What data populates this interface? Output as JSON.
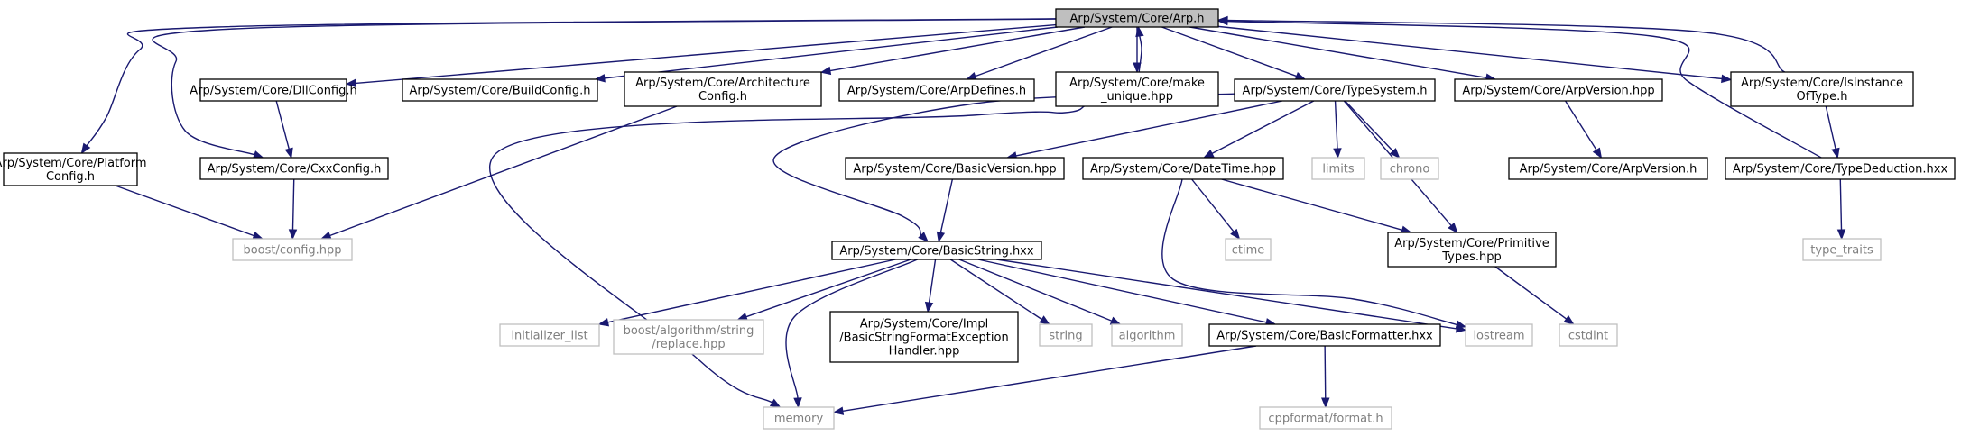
{
  "colors": {
    "edge": "#191970",
    "root_fill": "#bfbfbf",
    "node_border": "#000000",
    "external_border": "#bfbfbf",
    "external_text": "#7f7f7f",
    "text": "#000000"
  },
  "nodes": [
    {
      "id": "arp",
      "kind": "root",
      "lines": [
        "Arp/System/Core/Arp.h"
      ]
    },
    {
      "id": "platformconfig",
      "kind": "header",
      "lines": [
        "Arp/System/Core/Platform",
        "Config.h"
      ]
    },
    {
      "id": "dllconfig",
      "kind": "header",
      "lines": [
        "Arp/System/Core/DllConfig.h"
      ]
    },
    {
      "id": "buildconfig",
      "kind": "header",
      "lines": [
        "Arp/System/Core/BuildConfig.h"
      ]
    },
    {
      "id": "archconfig",
      "kind": "header",
      "lines": [
        "Arp/System/Core/Architecture",
        "Config.h"
      ]
    },
    {
      "id": "arpdefines",
      "kind": "header",
      "lines": [
        "Arp/System/Core/ArpDefines.h"
      ]
    },
    {
      "id": "makeunique",
      "kind": "header",
      "lines": [
        "Arp/System/Core/make",
        "_unique.hpp"
      ]
    },
    {
      "id": "typesystem",
      "kind": "header",
      "lines": [
        "Arp/System/Core/TypeSystem.h"
      ]
    },
    {
      "id": "arpversionhpp",
      "kind": "header",
      "lines": [
        "Arp/System/Core/ArpVersion.hpp"
      ]
    },
    {
      "id": "isinstanceoftype",
      "kind": "header",
      "lines": [
        "Arp/System/Core/IsInstance",
        "OfType.h"
      ]
    },
    {
      "id": "cxxconfig",
      "kind": "header",
      "lines": [
        "Arp/System/Core/CxxConfig.h"
      ]
    },
    {
      "id": "basicversion",
      "kind": "header",
      "lines": [
        "Arp/System/Core/BasicVersion.hpp"
      ]
    },
    {
      "id": "datetime",
      "kind": "header",
      "lines": [
        "Arp/System/Core/DateTime.hpp"
      ]
    },
    {
      "id": "limits",
      "kind": "external",
      "lines": [
        "limits"
      ]
    },
    {
      "id": "chrono",
      "kind": "external",
      "lines": [
        "chrono"
      ]
    },
    {
      "id": "arpversionh",
      "kind": "header",
      "lines": [
        "Arp/System/Core/ArpVersion.h"
      ]
    },
    {
      "id": "typededuction",
      "kind": "header",
      "lines": [
        "Arp/System/Core/TypeDeduction.hxx"
      ]
    },
    {
      "id": "boostconfig",
      "kind": "external",
      "lines": [
        "boost/config.hpp"
      ]
    },
    {
      "id": "ctime",
      "kind": "external",
      "lines": [
        "ctime"
      ]
    },
    {
      "id": "primitivetypes",
      "kind": "header",
      "lines": [
        "Arp/System/Core/Primitive",
        "Types.hpp"
      ]
    },
    {
      "id": "typetraits",
      "kind": "external",
      "lines": [
        "type_traits"
      ]
    },
    {
      "id": "basicstring",
      "kind": "header",
      "lines": [
        "Arp/System/Core/BasicString.hxx"
      ]
    },
    {
      "id": "initlist",
      "kind": "external",
      "lines": [
        "initializer_list"
      ]
    },
    {
      "id": "boostreplace",
      "kind": "external",
      "lines": [
        "boost/algorithm/string",
        "/replace.hpp"
      ]
    },
    {
      "id": "basicstringfmtexc",
      "kind": "header",
      "lines": [
        "Arp/System/Core/Impl",
        "/BasicStringFormatException",
        "Handler.hpp"
      ]
    },
    {
      "id": "string",
      "kind": "external",
      "lines": [
        "string"
      ]
    },
    {
      "id": "algorithm",
      "kind": "external",
      "lines": [
        "algorithm"
      ]
    },
    {
      "id": "basicformatter",
      "kind": "header",
      "lines": [
        "Arp/System/Core/BasicFormatter.hxx"
      ]
    },
    {
      "id": "iostream",
      "kind": "external",
      "lines": [
        "iostream"
      ]
    },
    {
      "id": "cstdint",
      "kind": "external",
      "lines": [
        "cstdint"
      ]
    },
    {
      "id": "memory",
      "kind": "external",
      "lines": [
        "memory"
      ]
    },
    {
      "id": "cppformat",
      "kind": "external",
      "lines": [
        "cppformat/format.h"
      ]
    }
  ],
  "edges": [
    [
      "arp",
      "platformconfig"
    ],
    [
      "arp",
      "dllconfig"
    ],
    [
      "arp",
      "buildconfig"
    ],
    [
      "arp",
      "archconfig"
    ],
    [
      "arp",
      "arpdefines"
    ],
    [
      "arp",
      "makeunique"
    ],
    [
      "arp",
      "typesystem"
    ],
    [
      "arp",
      "arpversionhpp"
    ],
    [
      "arp",
      "isinstanceoftype"
    ],
    [
      "arp",
      "cxxconfig"
    ],
    [
      "makeunique",
      "arp"
    ],
    [
      "makeunique",
      "memory"
    ],
    [
      "isinstanceoftype",
      "arp"
    ],
    [
      "isinstanceoftype",
      "typededuction"
    ],
    [
      "typededuction",
      "arp"
    ],
    [
      "typededuction",
      "typetraits"
    ],
    [
      "dllconfig",
      "cxxconfig"
    ],
    [
      "cxxconfig",
      "boostconfig"
    ],
    [
      "platformconfig",
      "boostconfig"
    ],
    [
      "archconfig",
      "boostconfig"
    ],
    [
      "typesystem",
      "basicversion"
    ],
    [
      "typesystem",
      "datetime"
    ],
    [
      "typesystem",
      "limits"
    ],
    [
      "typesystem",
      "chrono"
    ],
    [
      "typesystem",
      "primitivetypes"
    ],
    [
      "typesystem",
      "basicstring"
    ],
    [
      "arpversionhpp",
      "arpversionh"
    ],
    [
      "basicversion",
      "basicstring"
    ],
    [
      "datetime",
      "ctime"
    ],
    [
      "datetime",
      "primitivetypes"
    ],
    [
      "datetime",
      "iostream"
    ],
    [
      "primitivetypes",
      "cstdint"
    ],
    [
      "basicstring",
      "initlist"
    ],
    [
      "basicstring",
      "boostreplace"
    ],
    [
      "basicstring",
      "basicstringfmtexc"
    ],
    [
      "basicstring",
      "string"
    ],
    [
      "basicstring",
      "algorithm"
    ],
    [
      "basicstring",
      "basicformatter"
    ],
    [
      "basicstring",
      "iostream"
    ],
    [
      "basicstring",
      "memory"
    ],
    [
      "basicformatter",
      "memory"
    ],
    [
      "basicformatter",
      "cppformat"
    ]
  ]
}
